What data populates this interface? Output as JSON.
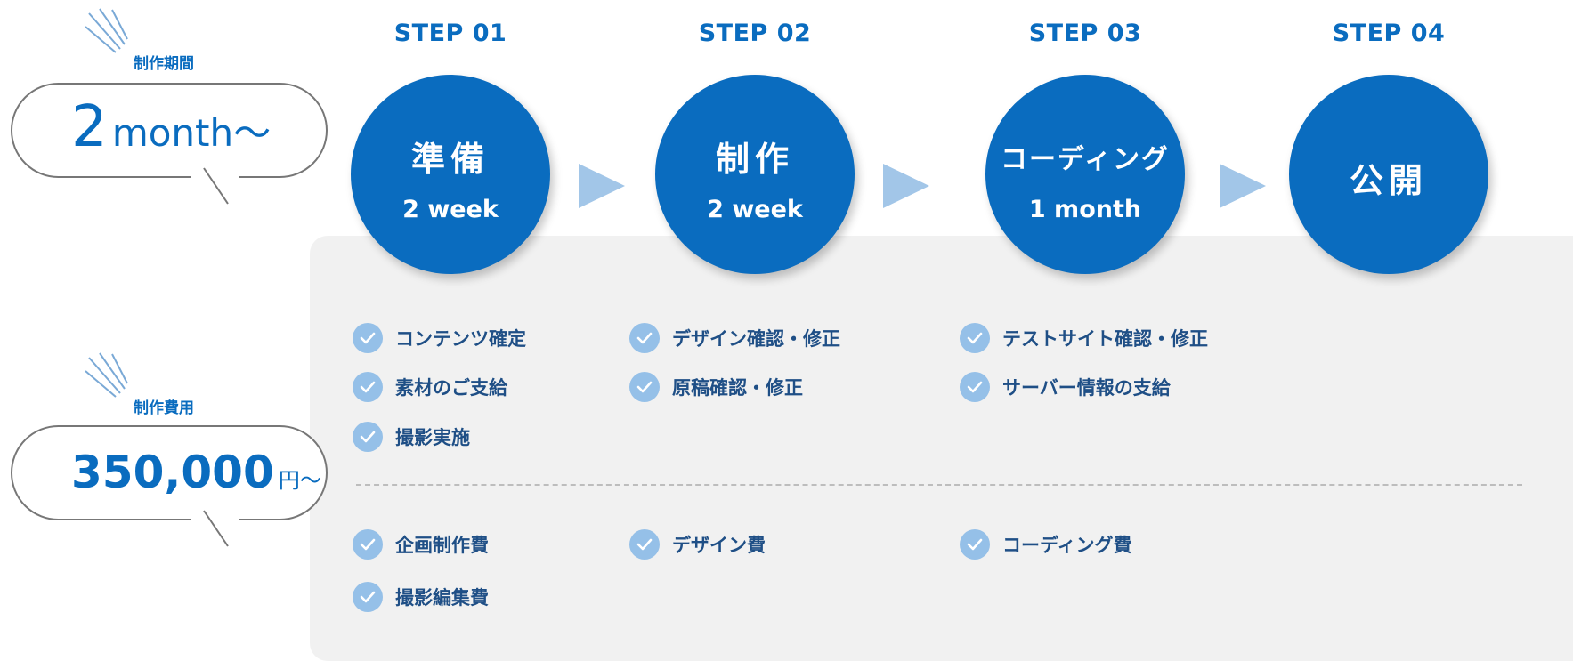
{
  "colors": {
    "accent": "#0a6cbf",
    "arrow": "#a2c6e8",
    "check": "#95c0e8",
    "panel": "#f1f1f1"
  },
  "period": {
    "caption": "制作期間",
    "value": "2",
    "unit": "month〜"
  },
  "cost": {
    "caption": "制作費用",
    "value": "350,000",
    "unit": "円〜"
  },
  "steps": [
    {
      "label": "STEP 01",
      "title": "準備",
      "duration": "2 week",
      "tasks": [
        "コンテンツ確定",
        "素材のご支給",
        "撮影実施"
      ],
      "fees": [
        "企画制作費",
        "撮影編集費"
      ]
    },
    {
      "label": "STEP 02",
      "title": "制作",
      "duration": "2 week",
      "tasks": [
        "デザイン確認・修正",
        "原稿確認・修正"
      ],
      "fees": [
        "デザイン費"
      ]
    },
    {
      "label": "STEP 03",
      "title": "コーディング",
      "duration": "1 month",
      "tasks": [
        "テストサイト確認・修正",
        "サーバー情報の支給"
      ],
      "fees": [
        "コーディング費"
      ]
    },
    {
      "label": "STEP 04",
      "title": "公開",
      "duration": "",
      "tasks": [],
      "fees": []
    }
  ]
}
